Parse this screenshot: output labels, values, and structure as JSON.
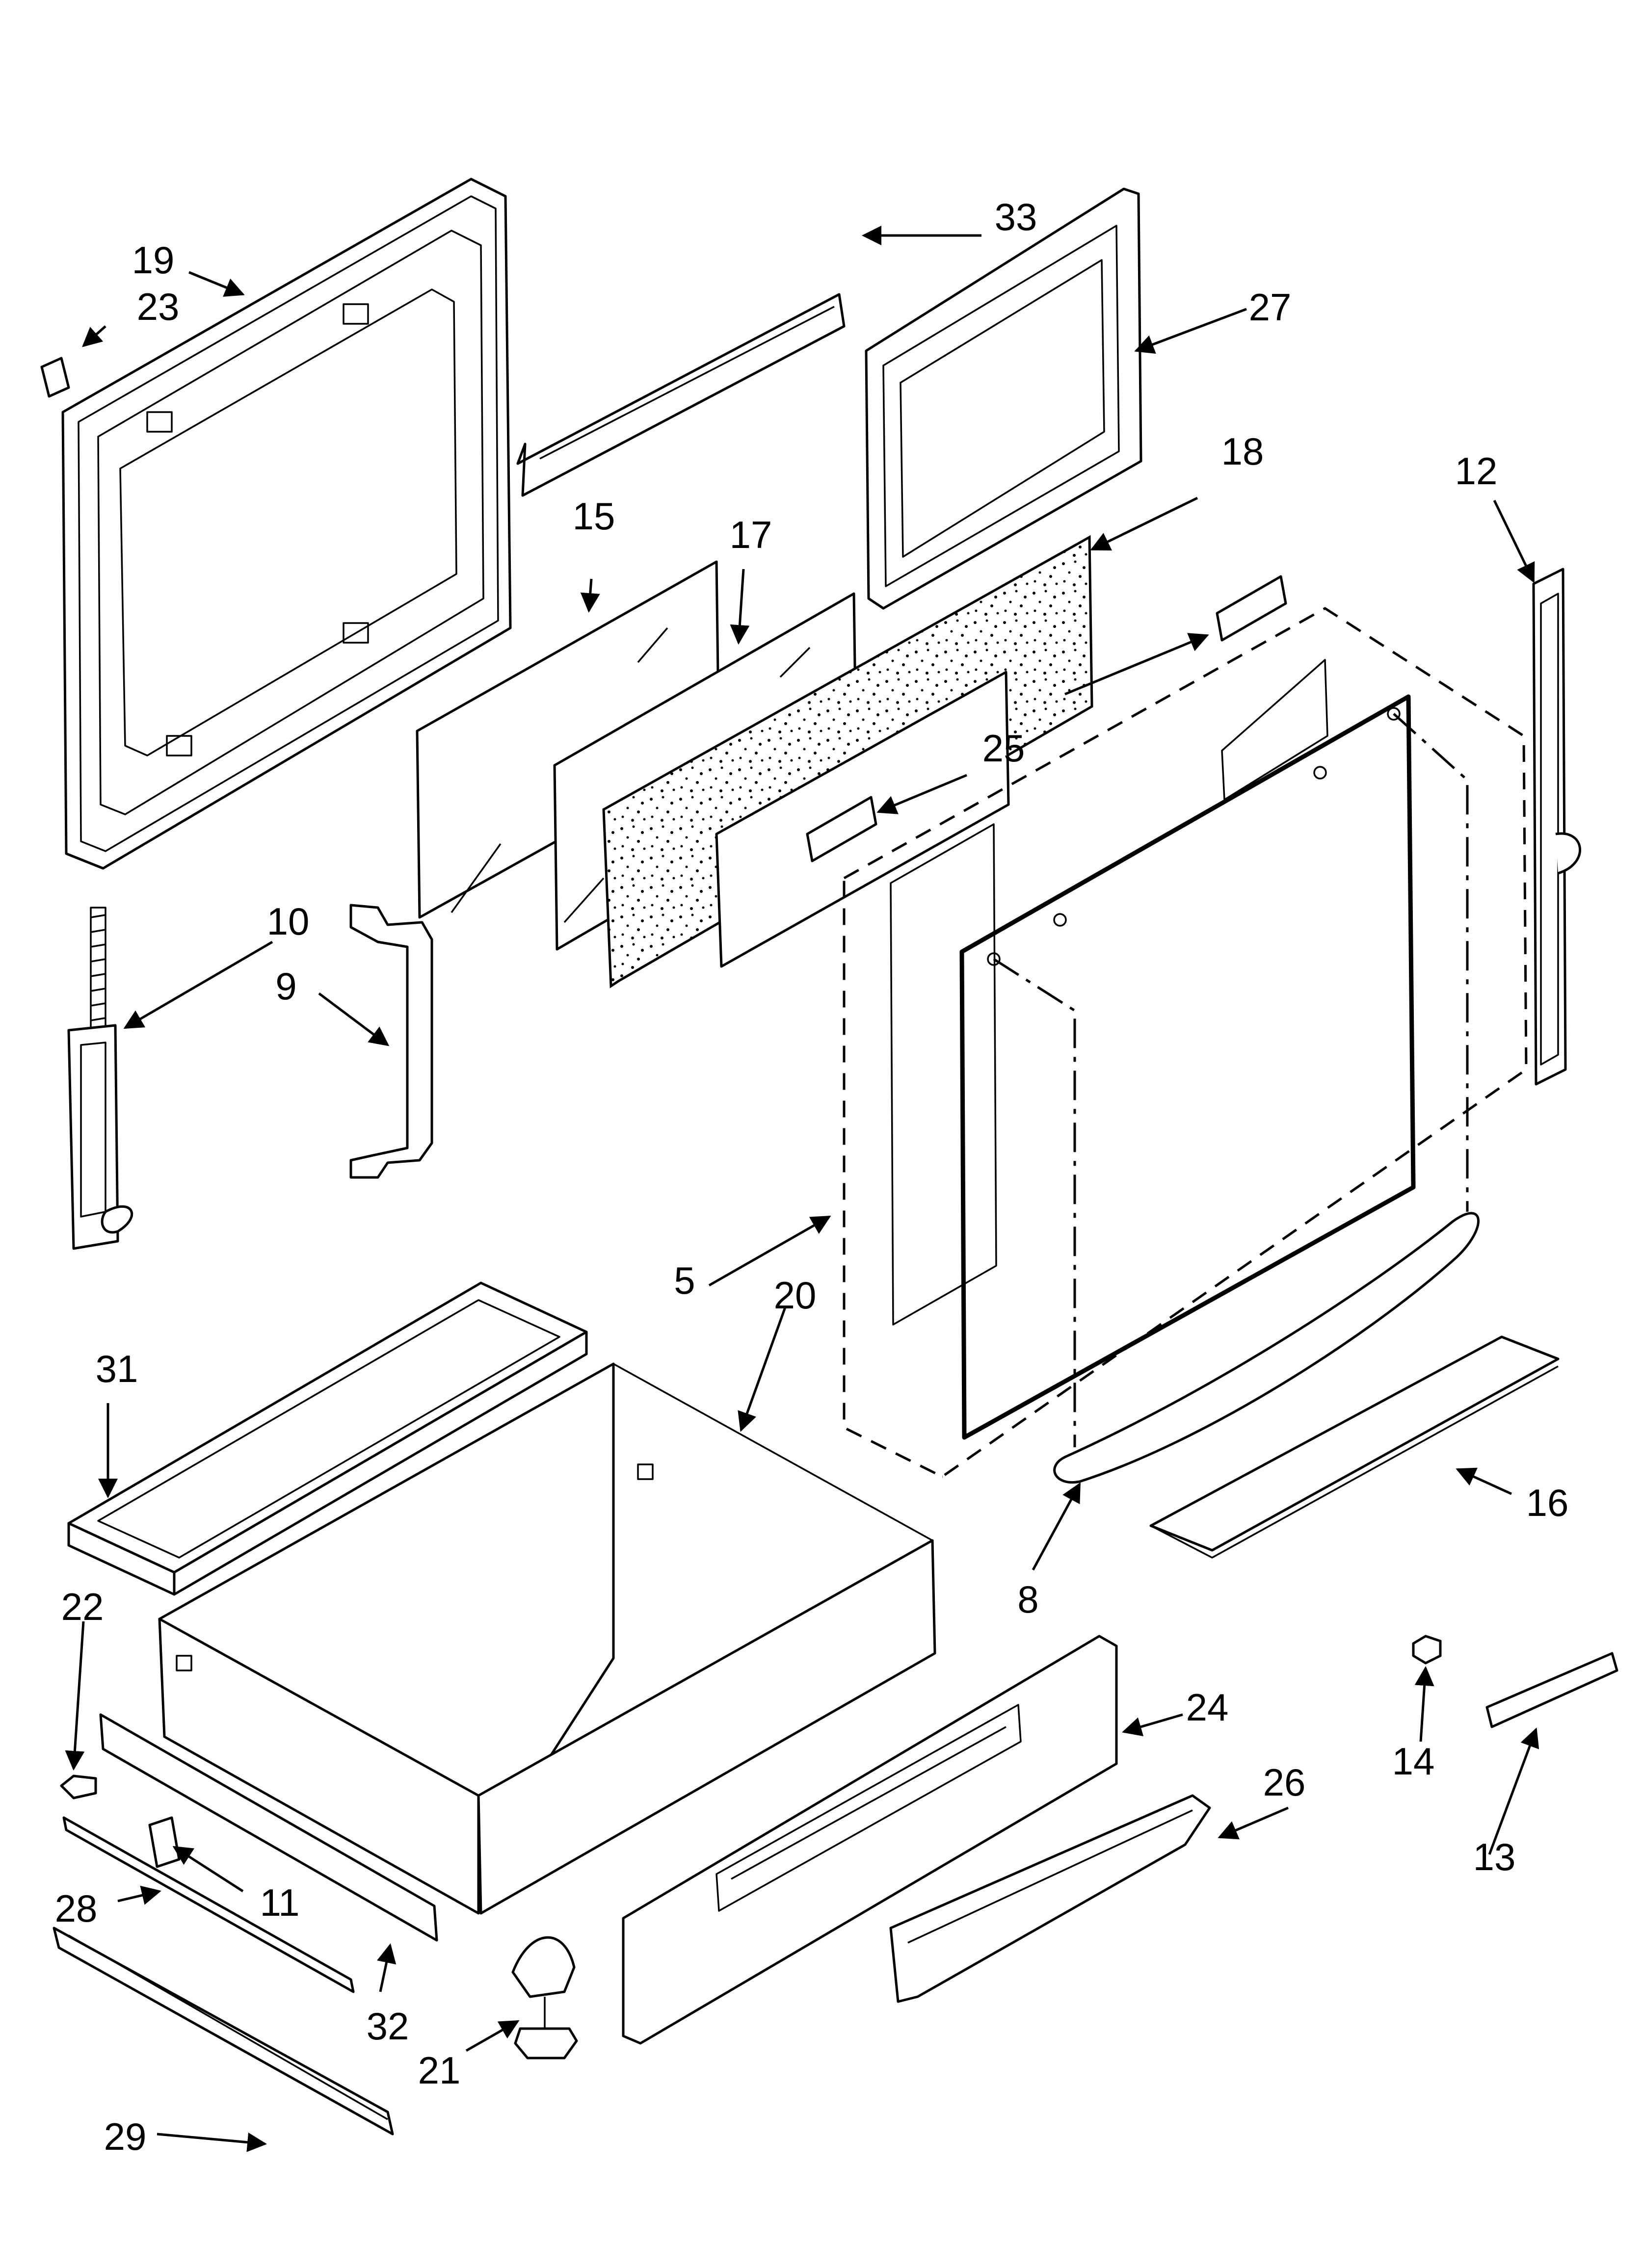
{
  "diagram": {
    "callouts": [
      {
        "id": "5",
        "label": "5"
      },
      {
        "id": "8",
        "label": "8"
      },
      {
        "id": "9",
        "label": "9"
      },
      {
        "id": "10",
        "label": "10"
      },
      {
        "id": "11",
        "label": "11"
      },
      {
        "id": "12",
        "label": "12"
      },
      {
        "id": "13",
        "label": "13"
      },
      {
        "id": "14",
        "label": "14"
      },
      {
        "id": "15",
        "label": "15"
      },
      {
        "id": "16",
        "label": "16"
      },
      {
        "id": "17",
        "label": "17"
      },
      {
        "id": "18",
        "label": "18"
      },
      {
        "id": "19",
        "label": "19"
      },
      {
        "id": "20",
        "label": "20"
      },
      {
        "id": "21",
        "label": "21"
      },
      {
        "id": "22",
        "label": "22"
      },
      {
        "id": "23",
        "label": "23"
      },
      {
        "id": "24",
        "label": "24"
      },
      {
        "id": "25",
        "label": "25"
      },
      {
        "id": "26",
        "label": "26"
      },
      {
        "id": "27",
        "label": "27"
      },
      {
        "id": "28",
        "label": "28"
      },
      {
        "id": "29",
        "label": "29"
      },
      {
        "id": "31",
        "label": "31"
      },
      {
        "id": "32",
        "label": "32"
      },
      {
        "id": "33",
        "label": "33"
      }
    ],
    "colors": {
      "line": "#000000",
      "background": "#ffffff"
    }
  }
}
